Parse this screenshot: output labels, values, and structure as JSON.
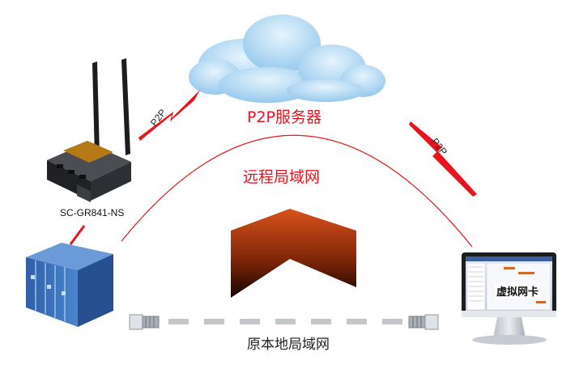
{
  "labels": {
    "server": "P2P服务器",
    "remote_lan": "远程局域网",
    "router_model": "SC-GR841-NS",
    "local_lan": "原本地局域网",
    "virtual_nic": "虚拟网卡",
    "p2p_left": "P2P",
    "p2p_right": "P2P"
  },
  "colors": {
    "accent_red": "#e8141e",
    "cloud_blue": "#a9d4f0",
    "plc_blue": "#3d78c4",
    "arrow_top": "#d94a12",
    "arrow_bottom": "#1a0600"
  },
  "icons": [
    "cloud",
    "router",
    "plc-device",
    "monitor",
    "lightning-bolt",
    "ethernet-plug"
  ]
}
